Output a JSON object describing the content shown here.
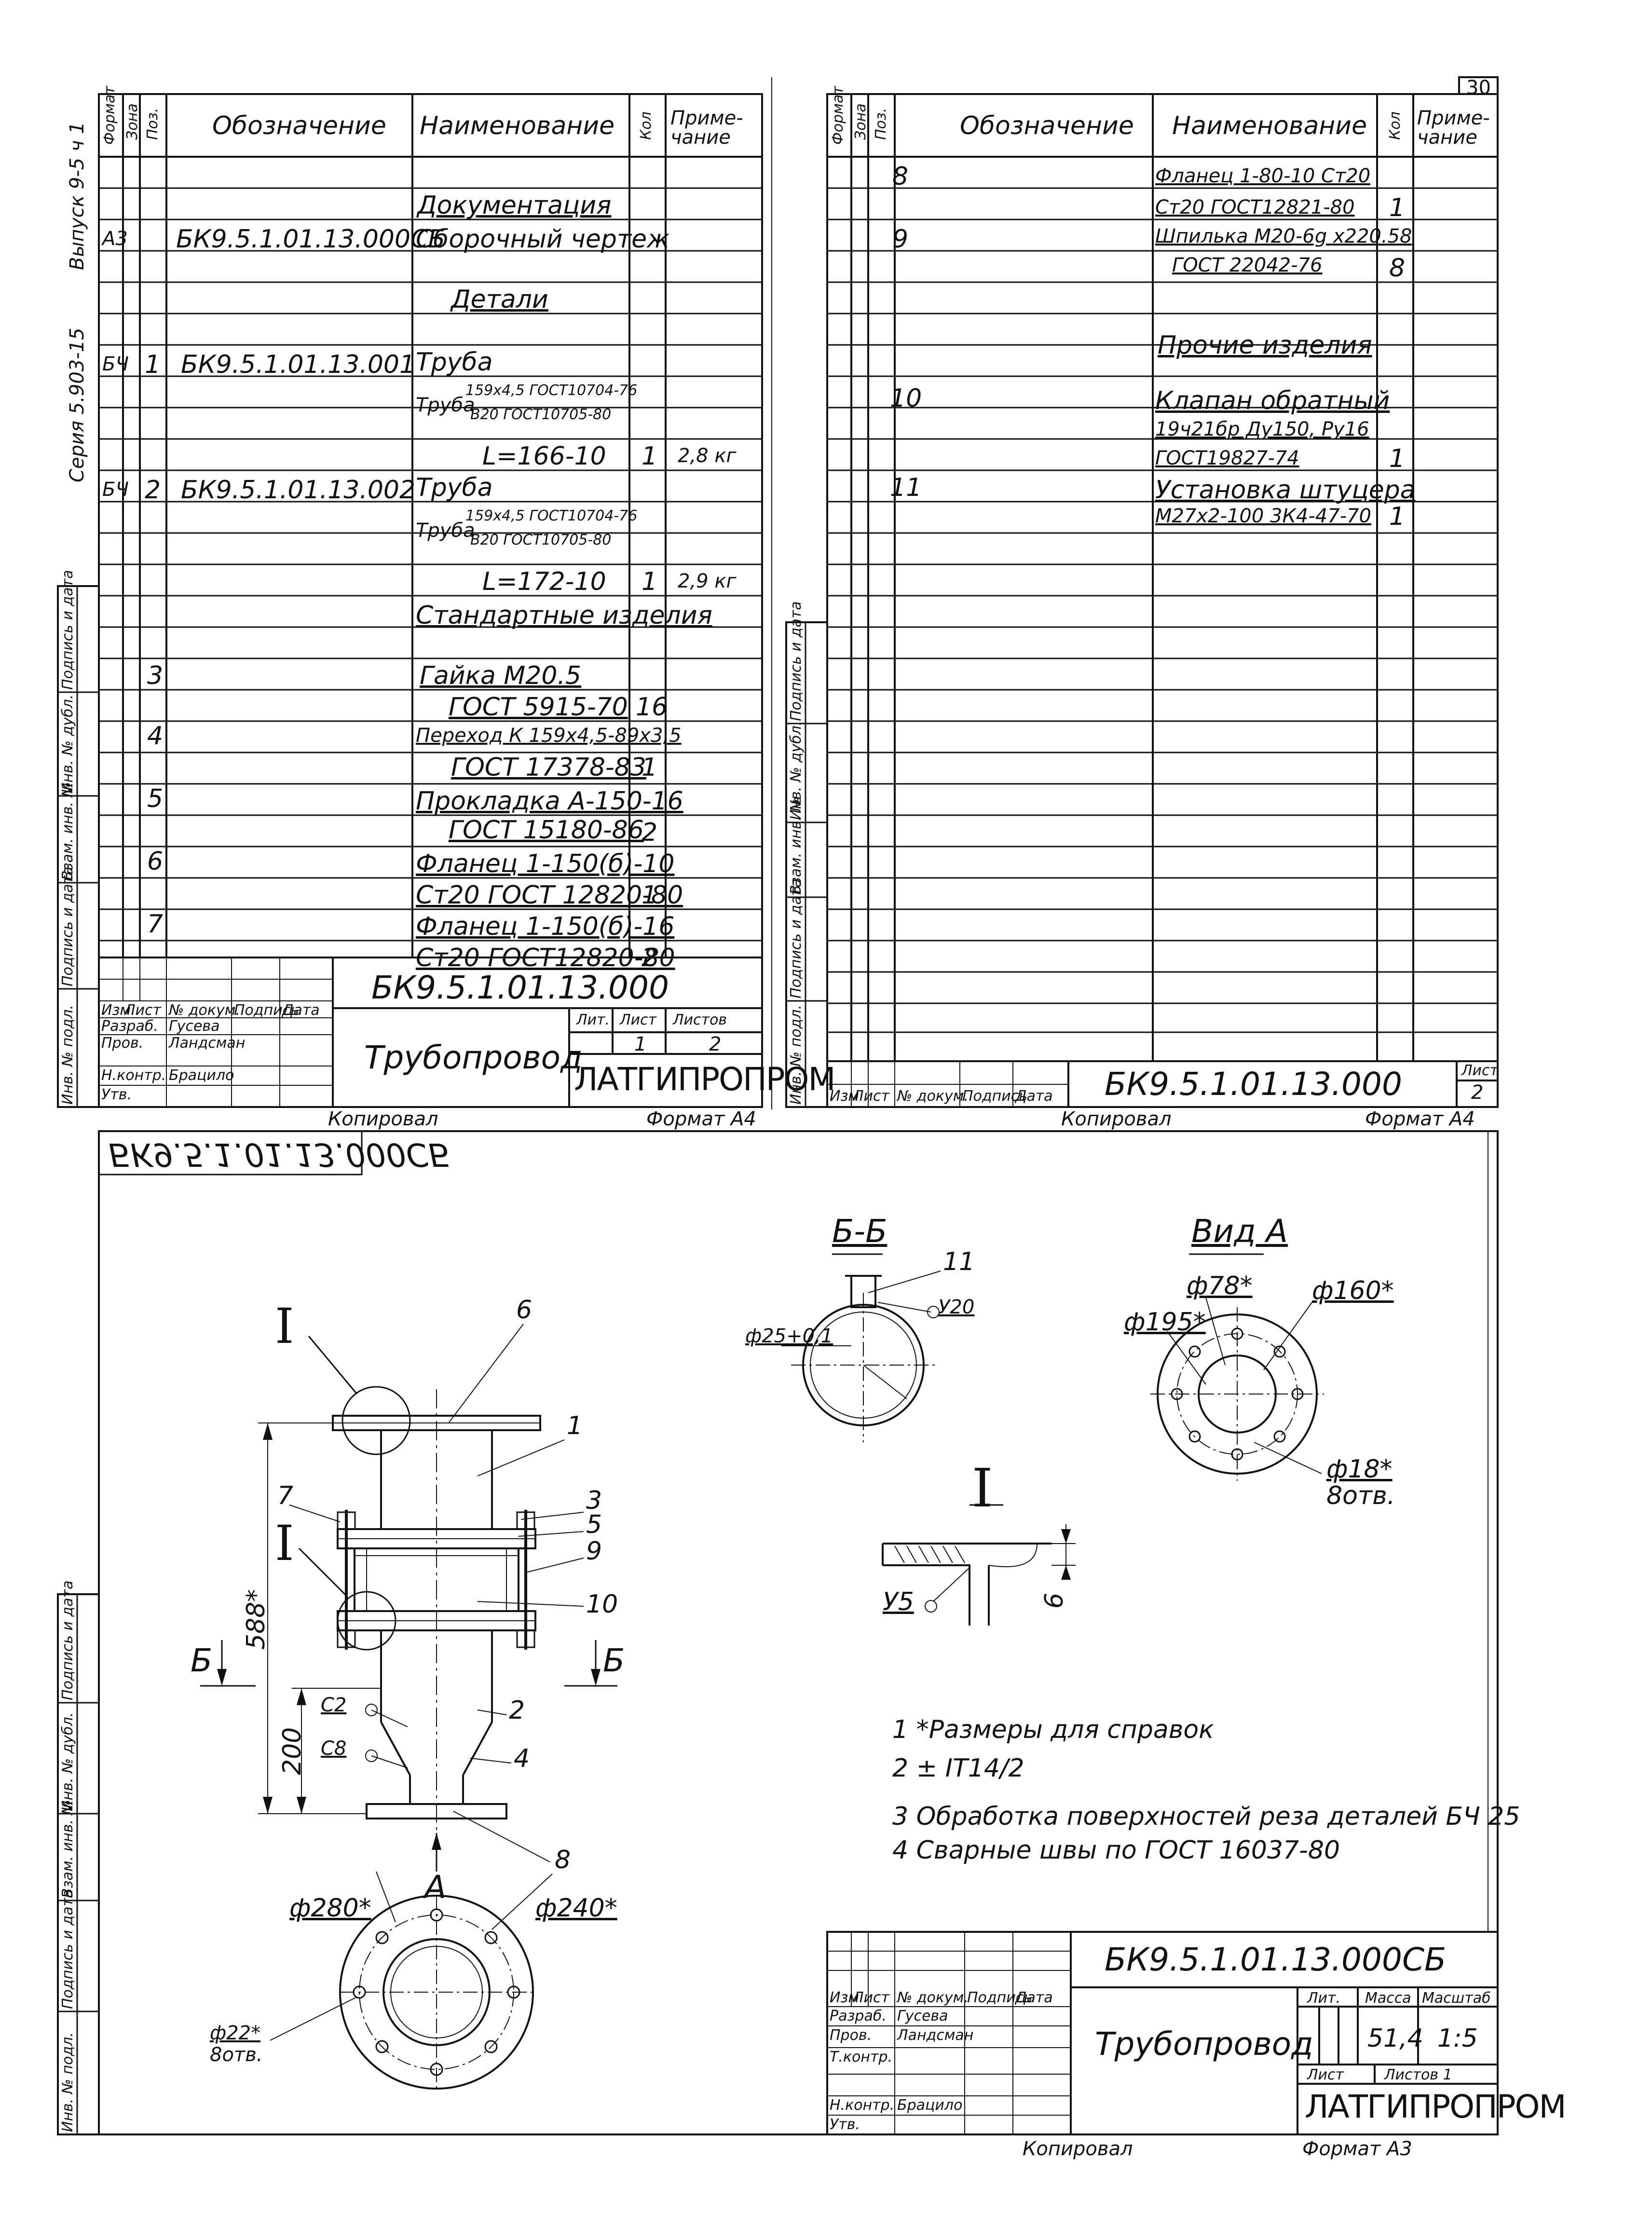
{
  "page_number": "30",
  "sheet1": {
    "side_labels": {
      "series": "Серия 5.903-15",
      "issue": "Выпуск 9-5 ч 1"
    },
    "stub_labels": [
      "Инв. № подл.",
      "Подпись и дата",
      "Взам. инв. №",
      "Инв. № дубл.",
      "Подпись и дата"
    ],
    "headers": {
      "format": "Формат",
      "zone": "Зона",
      "pos": "Поз.",
      "designation": "Обозначение",
      "name": "Наименование",
      "qty": "Кол",
      "note": "Приме-чание"
    },
    "sections": {
      "documentation": "Документация",
      "details": "Детали",
      "standard": "Стандартные изделия"
    },
    "rows": {
      "r_a3": {
        "fmt": "А3",
        "des": "БК9.5.1.01.13.000СБ",
        "name": "Сборочный чертеж"
      },
      "r_p1": {
        "fmt": "БЧ",
        "pos": "1",
        "des": "БК9.5.1.01.13.001",
        "name": "Труба",
        "name2a": "Труба",
        "name2b": "159х4,5 ГОСТ10704-76",
        "name2c": "В20 ГОСТ10705-80",
        "name3": "L=166-10",
        "qty": "1",
        "note": "2,8 кг"
      },
      "r_p2": {
        "fmt": "БЧ",
        "pos": "2",
        "des": "БК9.5.1.01.13.002",
        "name": "Труба",
        "name2a": "Труба",
        "name2b": "159х4,5 ГОСТ10704-76",
        "name2c": "В20 ГОСТ10705-80",
        "name3": "L=172-10",
        "qty": "1",
        "note": "2,9 кг"
      },
      "r_p3": {
        "pos": "3",
        "name": "Гайка М20.5",
        "name2": "ГОСТ 5915-70",
        "qty": "16"
      },
      "r_p4": {
        "pos": "4",
        "name": "Переход К 159х4,5-89х3,5",
        "name2": "ГОСТ 17378-83",
        "qty": "1"
      },
      "r_p5": {
        "pos": "5",
        "name": "Прокладка А-150-16",
        "name2": "ГОСТ 15180-86",
        "qty": "2"
      },
      "r_p6": {
        "pos": "6",
        "name": "Фланец 1-150(б)-10",
        "name2": "Ст20 ГОСТ 12820-80",
        "qty": "1"
      },
      "r_p7": {
        "pos": "7",
        "name": "Фланец 1-150(б)-16",
        "name2": "Ст20 ГОСТ12820-80",
        "qty": "2"
      }
    },
    "title_block": {
      "code": "БК9.5.1.01.13.000",
      "title": "Трубопровод",
      "labels": {
        "izm": "Изм",
        "list": "Лист",
        "doc": "№ докум.",
        "sign": "Подпись",
        "date": "Дата",
        "razrab": "Разраб.",
        "prov": "Пров.",
        "nkontr": "Н.контр.",
        "utv": "Утв.",
        "lit": "Лит.",
        "sheet": "Лист",
        "sheets": "Листов"
      },
      "people": {
        "razrab": "Гусева",
        "prov": "Ландсман",
        "nkontr": "Брацило"
      },
      "sheet": "1",
      "sheets": "2",
      "org": "ЛАТГИПРОПРОМ",
      "copied": "Копировал",
      "format": "Формат А4"
    }
  },
  "sheet2": {
    "rows": {
      "r_p8": {
        "pos": "8",
        "name": "Фланец 1-80-10 Ст20",
        "name2": "Ст20 ГОСТ12821-80",
        "qty": "1"
      },
      "r_p9": {
        "pos": "9",
        "name": "Шпилька М20-6g х220.58",
        "name2": "ГОСТ 22042-76",
        "qty": "8"
      },
      "other": "Прочие изделия",
      "r_p10": {
        "pos": "10",
        "name": "Клапан обратный",
        "name2": "19ч21бр Ду150, Ру16",
        "name3": "ГОСТ19827-74",
        "qty": "1"
      },
      "r_p11": {
        "pos": "11",
        "name": "Установка штуцера",
        "name2": "М27х2-100 3К4-47-70",
        "qty": "1"
      }
    },
    "code": "БК9.5.1.01.13.000",
    "sheet_label": "Лист",
    "sheet": "2",
    "copied": "Копировал",
    "format": "Формат А4"
  },
  "drawing": {
    "mirror_code": "БК9.5.1.01.13.000СБ",
    "section_bb": "Б-Б",
    "view_a": "Вид А",
    "detail_one": "I",
    "arrow_a": "А",
    "arrow_b": "Б",
    "dims": {
      "d25": "ф25+0,1",
      "p11": "11",
      "y20": "У20",
      "d78": "ф78*",
      "d195": "ф195*",
      "d160": "ф160*",
      "d18": "ф18*",
      "hole": "8отв.",
      "h588": "588*",
      "h200": "200",
      "c2": "С2",
      "c8": "С8",
      "d280": "ф280*",
      "d240": "ф240*",
      "d22": "ф22*",
      "hole2": "8отв.",
      "y5": "У5",
      "six": "6"
    },
    "callouts": [
      "6",
      "1",
      "3",
      "5",
      "9",
      "10",
      "7",
      "2",
      "4",
      "8"
    ],
    "notes": [
      "1 *Размеры для справок",
      "2 ± IT14/2",
      "3 Обработка поверхностей реза деталей БЧ 25",
      "4 Сварные швы по ГОСТ 16037-80"
    ],
    "title_block": {
      "code": "БК9.5.1.01.13.000СБ",
      "title": "Трубопровод",
      "labels": {
        "izm": "Изм",
        "list": "Лист",
        "doc": "№ докум.",
        "sign": "Подпись",
        "date": "Дата",
        "razrab": "Разраб.",
        "prov": "Пров.",
        "tkontr": "Т.контр.",
        "nkontr": "Н.контр.",
        "utv": "Утв.",
        "lit": "Лит.",
        "mass": "Масса",
        "scale": "Масштаб",
        "sheet": "Лист",
        "sheets": "Листов 1"
      },
      "people": {
        "razrab": "Гусева",
        "prov": "Ландсман",
        "nkontr": "Брацило"
      },
      "mass": "51,4",
      "scale": "1:5",
      "org": "ЛАТГИПРОПРОМ",
      "copied": "Копировал",
      "format": "Формат А3"
    }
  }
}
